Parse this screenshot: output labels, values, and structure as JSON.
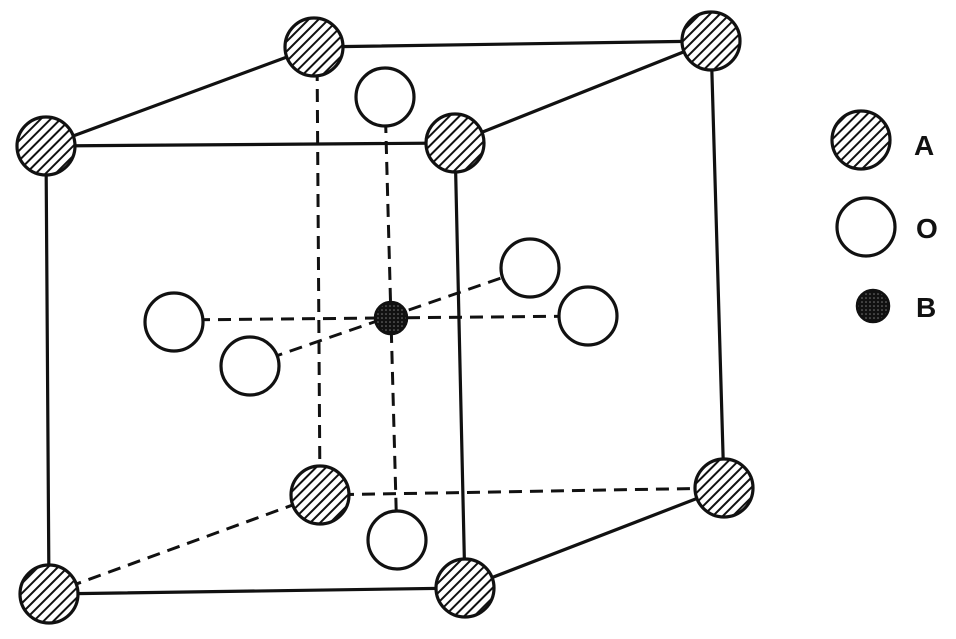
{
  "legend": {
    "a_label": "A",
    "o_label": "O",
    "b_label": "B"
  },
  "colors": {
    "ink": "#111111",
    "background": "#ffffff",
    "a_fill_pattern": "diagonal-hatch",
    "b_fill": "#222222"
  },
  "atoms": {
    "a_count": 8,
    "o_count": 6,
    "b_count": 1
  }
}
